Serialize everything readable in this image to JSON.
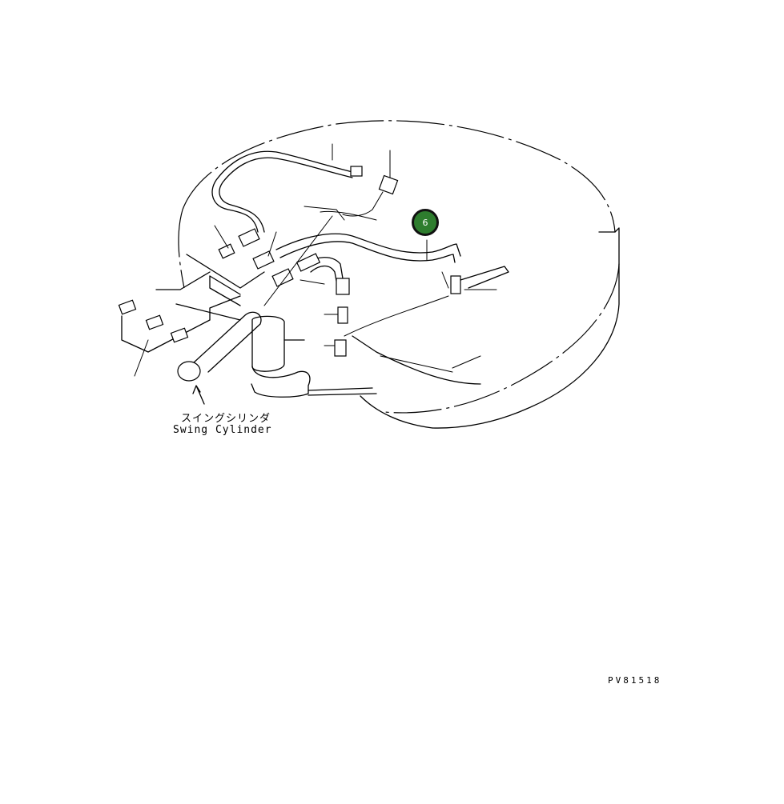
{
  "diagram": {
    "swing_cylinder_label_jp": "スイングシリンダ",
    "swing_cylinder_label_en": "Swing Cylinder",
    "callout_number": "6",
    "drawing_number": "PV81518",
    "colors": {
      "line": "#000000",
      "callout_fill": "#2e7d2e",
      "callout_border": "#111111",
      "background": "#ffffff"
    }
  }
}
